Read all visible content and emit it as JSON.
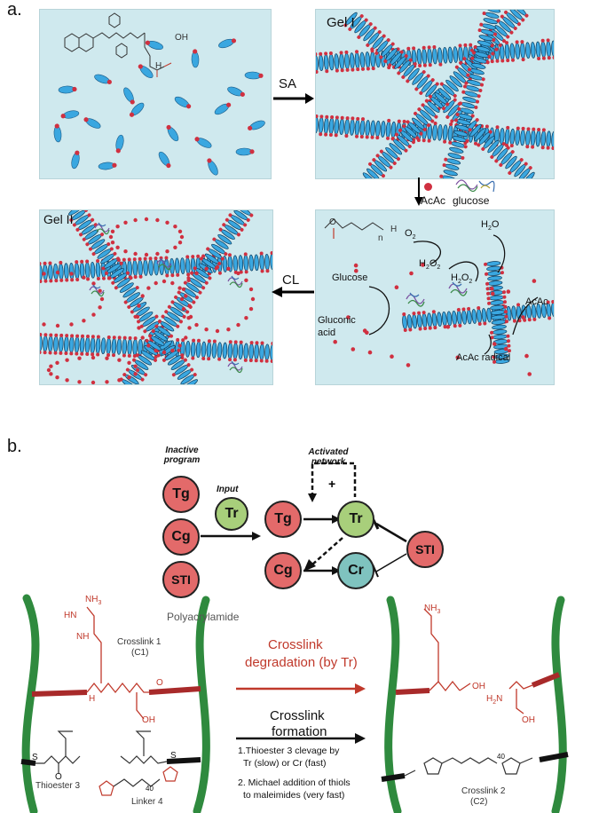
{
  "part_a": {
    "label": "a.",
    "gel1_label": "Gel I",
    "gel2_label": "Gel II",
    "arrow_sa": "SA",
    "arrow_cl": "CL",
    "reagent_acac": "AcAc",
    "reagent_glucose": "glucose",
    "mech": {
      "o2": "O",
      "o2_sub": "2",
      "h2o": "H",
      "h2o_sub": "2",
      "h2o_tail": "O",
      "h2o2_a": "H",
      "h2o2_a_sub": "2",
      "h2o2_a_mid": "O",
      "h2o2_a_sub2": "2",
      "h2o2_b": "H",
      "h2o2_b_sub": "2",
      "h2o2_b_mid": "O",
      "h2o2_b_sub2": "2",
      "glucose": "Glucose",
      "gluconic_1": "Gluconic",
      "gluconic_2": "acid",
      "acac": "AcAc",
      "acac_radical": "AcAc radical"
    },
    "chem_n": "n",
    "chem_h": "H",
    "chem_oh": "OH",
    "chem_o": "O"
  },
  "part_b": {
    "label": "b.",
    "inactive_label": "Inactive program",
    "input_label": "Input",
    "activated_label": "Activated network",
    "plus": "+",
    "nodes": {
      "tg": "Tg",
      "cg": "Cg",
      "sti": "STI",
      "tr": "Tr",
      "cr": "Cr"
    },
    "polyacrylamide": "Polyacrylamide",
    "crosslink1": "Crosslink 1",
    "crosslink1_abbr": "(C1)",
    "thioester": "Thioester 3",
    "linker": "Linker 4",
    "crosslink2": "Crosslink 2",
    "crosslink2_abbr": "(C2)",
    "degradation_1": "Crosslink",
    "degradation_2": "degradation (by Tr)",
    "formation_1": "Crosslink",
    "formation_2": "formation",
    "step1_a": "1.Thioester 3 clevage by",
    "step1_b": "Tr (slow) or Cr (fast)",
    "step2_a": "2. Michael addition of thiols",
    "step2_b": "to maleimides (very fast)",
    "chem_nh3": "NH",
    "chem_nh3_sub": "3",
    "chem_h2n": "H",
    "chem_h2n_sub": "2",
    "chem_h2n_n": "N",
    "chem_hn": "HN",
    "chem_nh": "NH",
    "chem_oh": "OH",
    "chem_o": "O",
    "chem_n": "N",
    "chem_s": "S",
    "chem_h": "H",
    "chem_40": "40",
    "chem_plus": "+"
  },
  "colors": {
    "panel_bg": "#cfe9ee",
    "fiber_blue": "#3aa7e0",
    "fiber_red": "#d03040",
    "node_red": "#e36a6a",
    "node_green": "#a8cf7b",
    "node_teal": "#7fc3bf",
    "polymer_green": "#2f8a3e",
    "crosslink_red": "#c0392b"
  }
}
